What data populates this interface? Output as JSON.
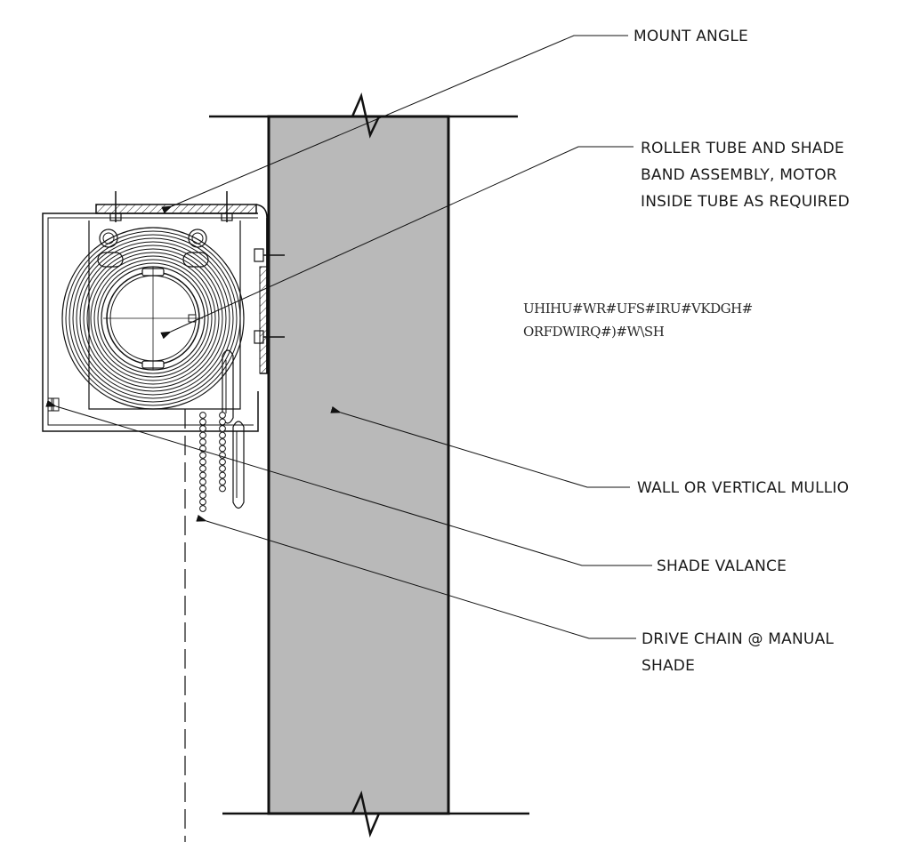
{
  "labels": {
    "mount_angle": "MOUNT ANGLE",
    "roller_line1": "ROLLER TUBE AND SHADE",
    "roller_line2": "BAND ASSEMBLY, MOTOR",
    "roller_line3": "INSIDE TUBE AS REQUIRED",
    "garbled_line1": "UHIHU#WR#UFS#IRU#VKDGH#",
    "garbled_line2": "ORFDWIRQ#)#W\\SH",
    "wall": "WALL OR VERTICAL MULLIO",
    "valance": "SHADE VALANCE",
    "chain_line1": "DRIVE CHAIN @ MANUAL",
    "chain_line2": "SHADE"
  },
  "colors": {
    "wall_fill": "#b9b9b9",
    "line": "#111111"
  }
}
